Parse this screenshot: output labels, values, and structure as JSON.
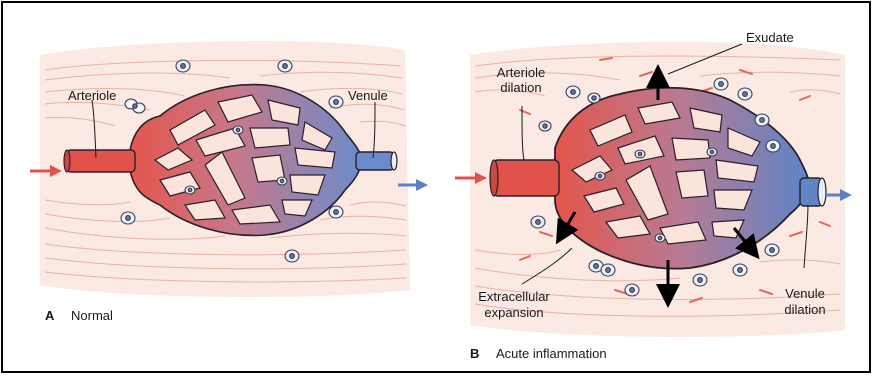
{
  "panel_a": {
    "letter": "A",
    "caption": "Normal",
    "labels": {
      "arteriole": "Arteriole",
      "venule": "Venule"
    }
  },
  "panel_b": {
    "letter": "B",
    "caption": "Acute inflammation",
    "labels": {
      "arteriole_line1": "Arteriole",
      "arteriole_line2": "dilation",
      "exudate": "Exudate",
      "extracellular_line1": "Extracellular",
      "extracellular_line2": "expansion",
      "venule_line1": "Venule",
      "venule_line2": "dilation"
    }
  },
  "colors": {
    "arterial": "#e0524a",
    "venous": "#5b82c4",
    "tissue_bg": "#fbe9e3",
    "fiber": "#e8b7aa",
    "vessel_dark": "#2b1f2a"
  }
}
